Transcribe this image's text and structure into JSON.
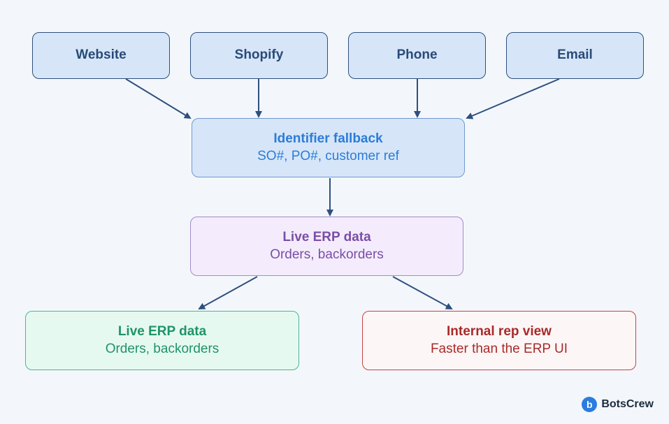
{
  "sources": [
    {
      "label": "Website"
    },
    {
      "label": "Shopify"
    },
    {
      "label": "Phone"
    },
    {
      "label": "Email"
    }
  ],
  "identifier": {
    "title": "Identifier fallback",
    "subtitle": "SO#, PO#, customer ref"
  },
  "erp": {
    "title": "Live ERP data",
    "subtitle": "Orders, backorders"
  },
  "outputs": [
    {
      "title": "Live ERP data",
      "subtitle": "Orders, backorders"
    },
    {
      "title": "Internal rep view",
      "subtitle": "Faster than the ERP UI"
    }
  ],
  "brand": {
    "logo_letter": "b",
    "name": "BotsCrew"
  },
  "colors": {
    "edge": "#2f4f7f",
    "source_fill": "#d6e6f8",
    "identifier_text": "#2d7cd8",
    "erp_text": "#7a4ea6",
    "green_text": "#1f9467",
    "red_text": "#a82a2a",
    "brand_blue": "#2b7ce0"
  }
}
